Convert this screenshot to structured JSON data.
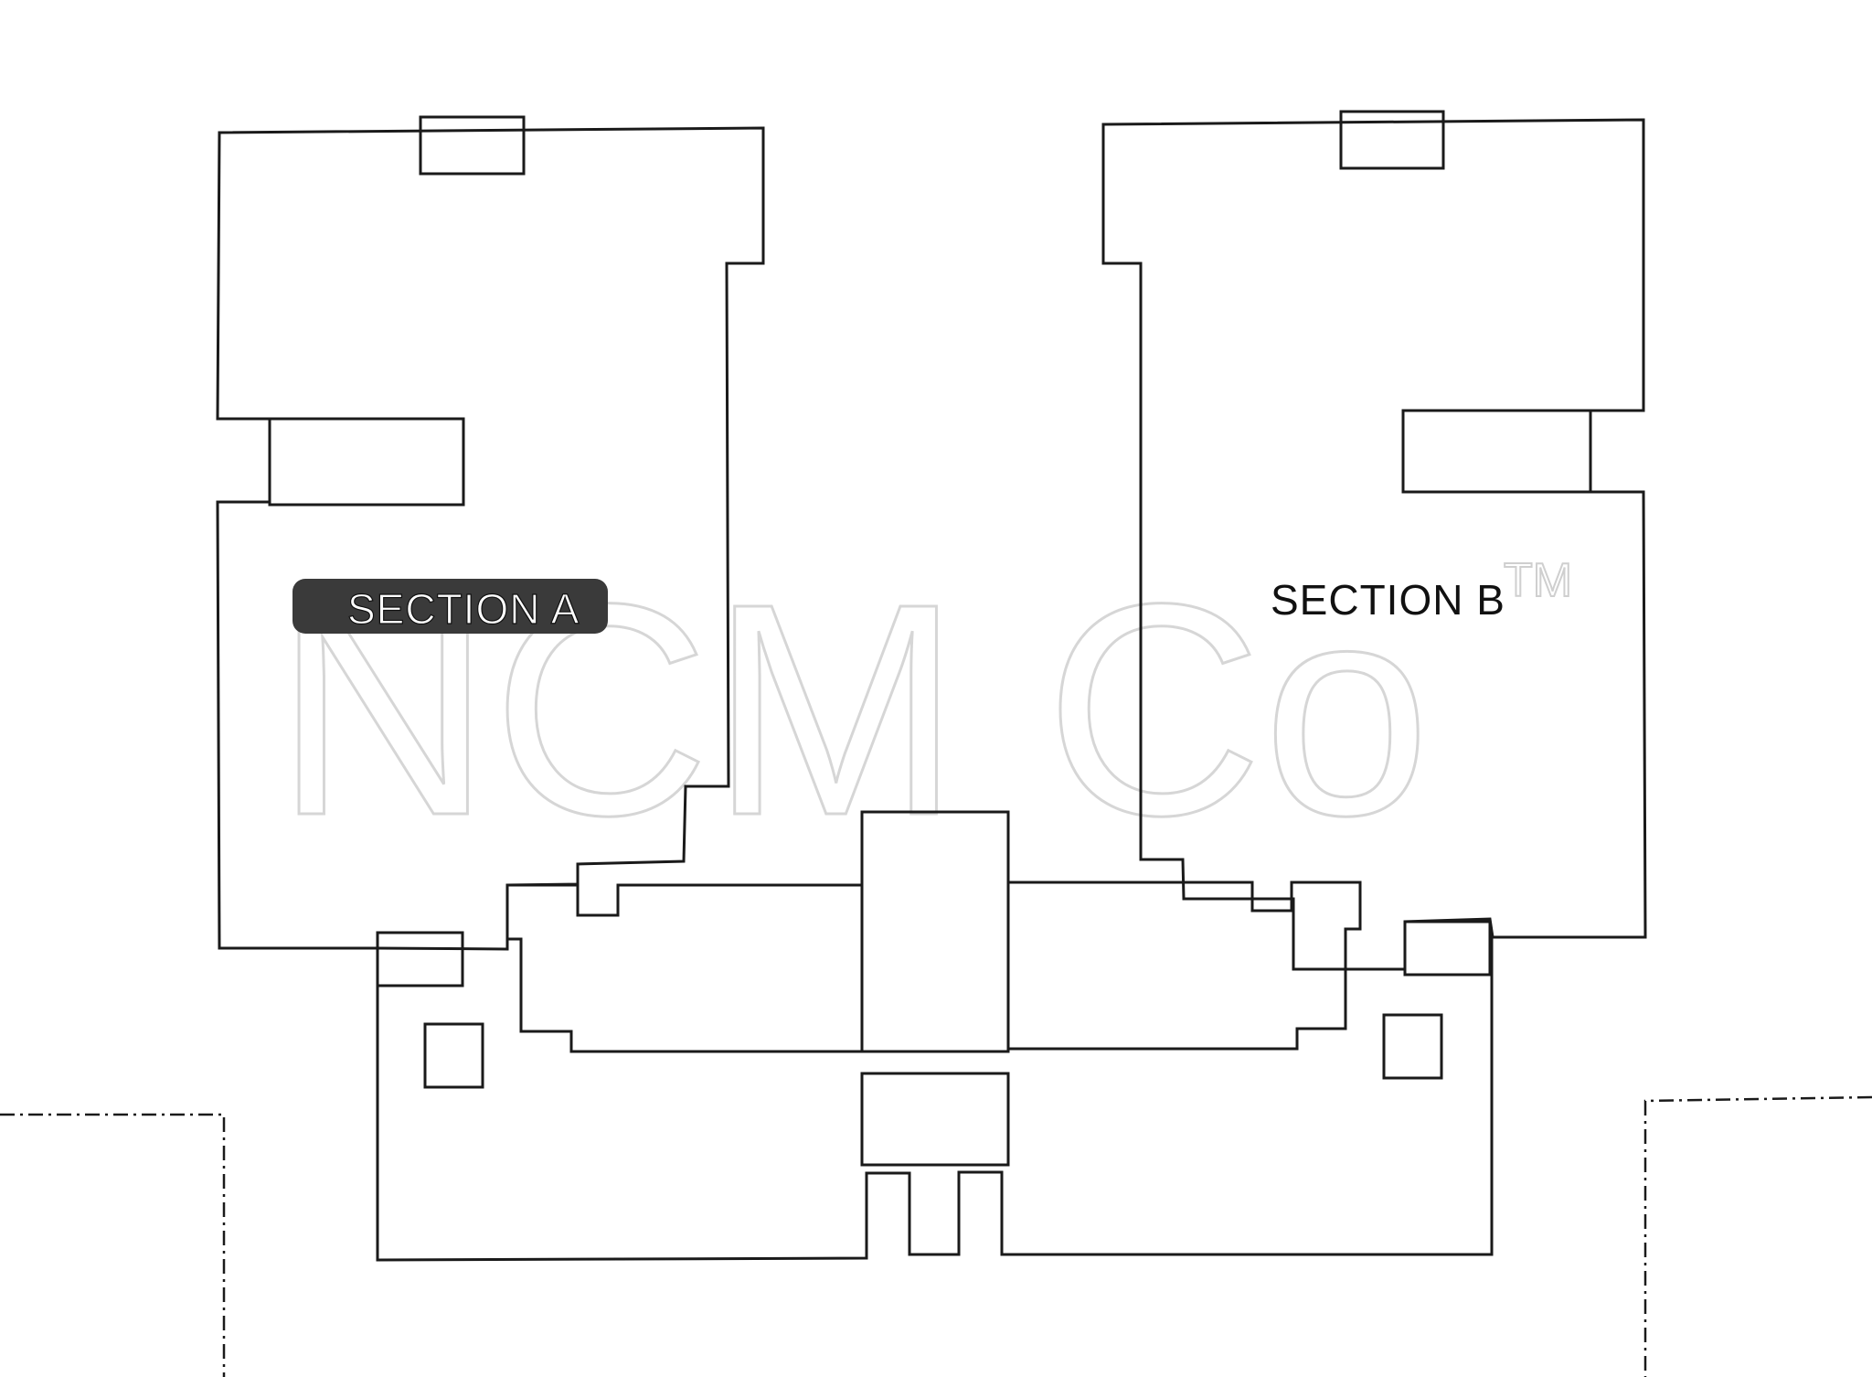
{
  "labels": {
    "section_a": "SECTION A",
    "section_b": "SECTION B"
  },
  "watermark": {
    "text": "NCM Co",
    "trademark": "TM"
  }
}
